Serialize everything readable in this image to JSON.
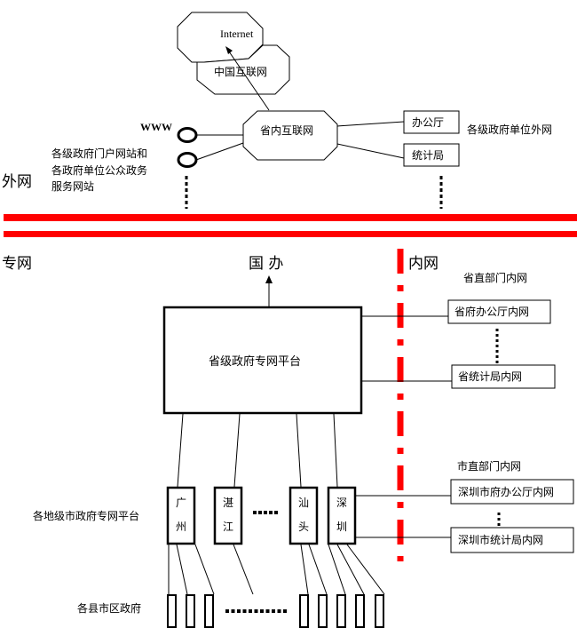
{
  "diagram": {
    "external": {
      "zone_label": "外网",
      "internet_cloud": "Internet",
      "china_net_cloud": "中国互联网",
      "provincial_internet": "省内互联网",
      "www_label": "WWW",
      "portal_description_lines": [
        "各级政府门户网站和",
        "各政府单位公众政务",
        "服务网站"
      ],
      "office_boxes": [
        "办公厅",
        "统计局"
      ],
      "office_group_label": "各级政府单位外网"
    },
    "private": {
      "zone_label": "专网",
      "national_office_label": "国 办",
      "provincial_platform": "省级政府专网平台",
      "city_platform_label": "各地级市政府专网平台",
      "cities": [
        {
          "chars": [
            "广",
            "州"
          ]
        },
        {
          "chars": [
            "湛",
            "江"
          ]
        },
        {
          "chars": [
            "汕",
            "头"
          ]
        },
        {
          "chars": [
            "深",
            "圳"
          ]
        }
      ],
      "county_label": "各县市区政府"
    },
    "internal": {
      "zone_label": "内网",
      "provincial_dept_label": "省直部门内网",
      "provincial_boxes": [
        "省府办公厅内网",
        "省统计局内网"
      ],
      "city_dept_label": "市直部门内网",
      "city_boxes": [
        "深圳市府办公厅内网",
        "深圳市统计局内网"
      ]
    },
    "colors": {
      "separator": "#ff0000",
      "line": "#000000",
      "background": "#ffffff"
    }
  }
}
